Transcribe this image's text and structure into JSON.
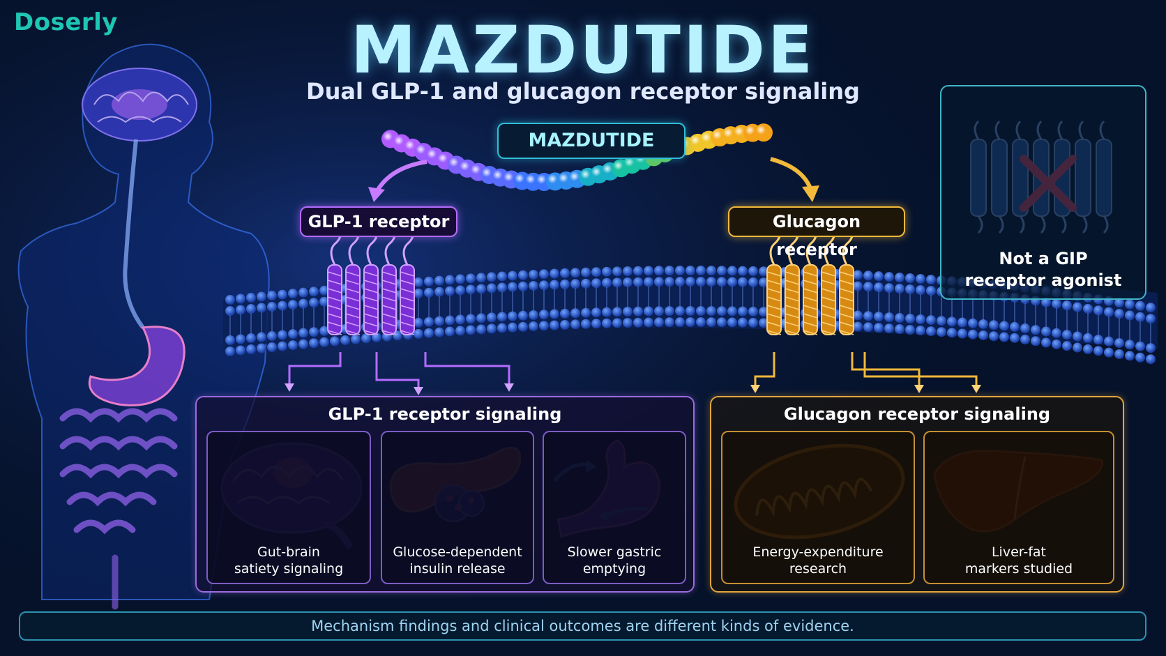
{
  "brand": "Doserly",
  "title": "MAZDUTIDE",
  "subtitle": "Dual GLP-1 and glucagon receptor signaling",
  "molecule_label": "MAZDUTIDE",
  "receptors": {
    "glp1": "GLP-1 receptor",
    "glucagon": "Glucagon receptor"
  },
  "gip_box": {
    "line1": "Not a GIP",
    "line2": "receptor agonist"
  },
  "glp1_panel": {
    "title": "GLP-1 receptor signaling",
    "cards": [
      {
        "line1": "Gut-brain",
        "line2": "satiety signaling",
        "icon": "brain-icon"
      },
      {
        "line1": "Glucose-dependent",
        "line2": "insulin release",
        "icon": "pancreas-icon"
      },
      {
        "line1": "Slower gastric",
        "line2": "emptying",
        "icon": "stomach-icon"
      }
    ]
  },
  "glucagon_panel": {
    "title": "Glucagon receptor signaling",
    "cards": [
      {
        "line1": "Energy-expenditure",
        "line2": "research",
        "icon": "mitochondria-icon"
      },
      {
        "line1": "Liver-fat",
        "line2": "markers studied",
        "icon": "liver-icon"
      }
    ]
  },
  "footer": "Mechanism findings and clinical outcomes are different kinds of evidence.",
  "colors": {
    "background": "#06122a",
    "brand": "#1fc6b4",
    "glp1": "#b46cff",
    "glucagon": "#f2b93b",
    "membrane": "#2a5fd6",
    "accent": "#3fb6c8"
  }
}
